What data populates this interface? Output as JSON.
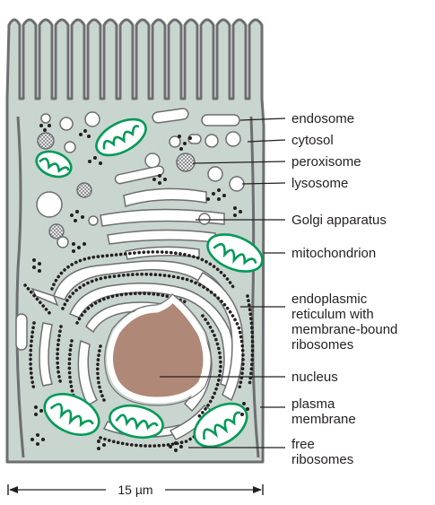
{
  "diagram": {
    "labels": {
      "endosome": "endosome",
      "cytosol": "cytosol",
      "peroxisome": "peroxisome",
      "lysosome": "lysosome",
      "golgi": "Golgi apparatus",
      "mitochondrion": "mitochondrion",
      "er": [
        "endoplasmic",
        "reticulum with",
        "membrane-bound",
        "ribosomes"
      ],
      "nucleus": "nucleus",
      "plasma_membrane": [
        "plasma",
        "membrane"
      ],
      "free_ribosomes": [
        "free",
        "ribosomes"
      ]
    },
    "scale_bar": "15 µm"
  },
  "colors": {
    "cytosol": "#c9d5cf",
    "membrane": "#6d6e71",
    "organelle": "#ffffff",
    "ribosome": "#231f20",
    "nucleus": "#b08878",
    "mitochondrion": "#009a57",
    "peroxisome": "#808285"
  }
}
